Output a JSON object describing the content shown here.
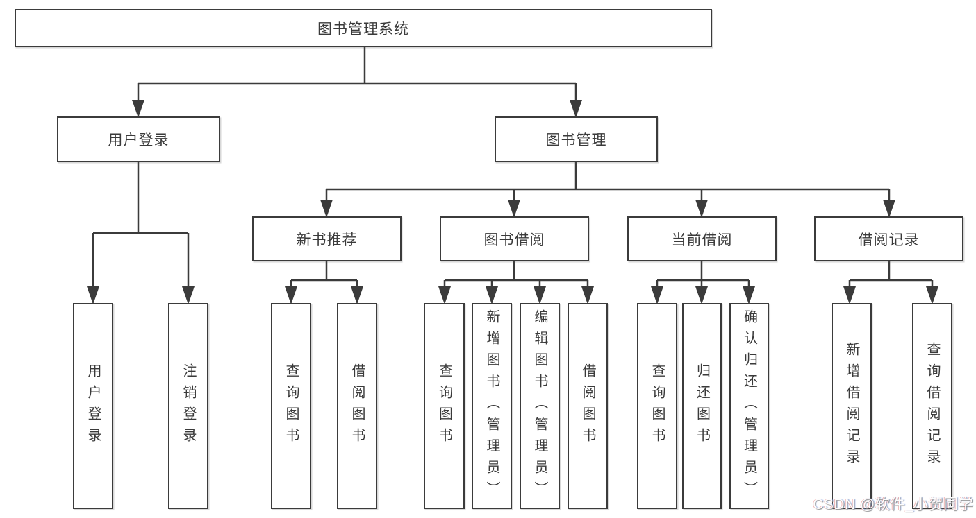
{
  "diagram": {
    "title": "图书管理系统",
    "branches": [
      {
        "label": "用户登录",
        "children": [
          "用户登录",
          "注销登录"
        ]
      },
      {
        "label": "图书管理",
        "children": [
          {
            "label": "新书推荐",
            "children": [
              "查询图书",
              "借阅图书"
            ]
          },
          {
            "label": "图书借阅",
            "children": [
              "查询图书",
              "新增图书（管理员）",
              "编辑图书（管理员）",
              "借阅图书"
            ]
          },
          {
            "label": "当前借阅",
            "children": [
              "查询图书",
              "归还图书",
              "确认归还（管理员）"
            ]
          },
          {
            "label": "借阅记录",
            "children": [
              "新增借阅记录",
              "查询借阅记录"
            ]
          }
        ]
      }
    ]
  },
  "watermark": {
    "text": "CSDN @软件_小贺同学"
  },
  "colors": {
    "line": "#3b3b3b",
    "text": "#3a3a3a",
    "background": "#ffffff"
  }
}
